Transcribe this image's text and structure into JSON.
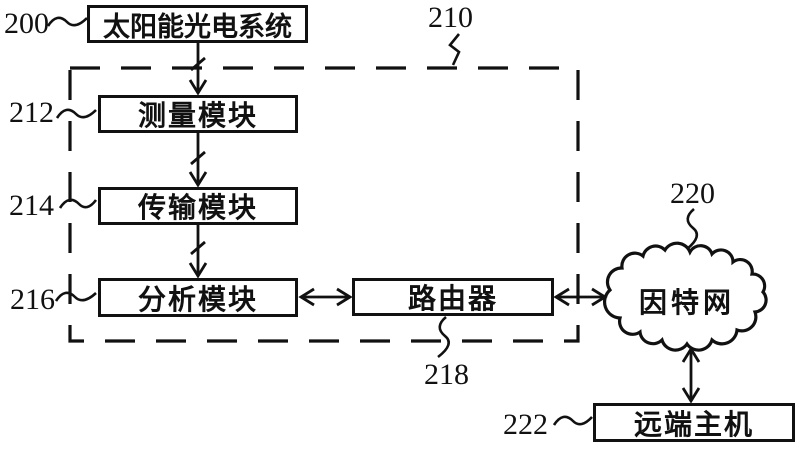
{
  "colors": {
    "ink": "#111111",
    "paper": "#ffffff"
  },
  "diagram": {
    "solar_system": {
      "ref": "200",
      "label": "太阳能光电系统"
    },
    "monitoring_unit": {
      "ref": "210"
    },
    "measurement_module": {
      "ref": "212",
      "label": "测量模块"
    },
    "transmission_module": {
      "ref": "214",
      "label": "传输模块"
    },
    "analysis_module": {
      "ref": "216",
      "label": "分析模块"
    },
    "router": {
      "ref": "218",
      "label": "路由器"
    },
    "internet": {
      "ref": "220",
      "label": "因特网"
    },
    "remote_host": {
      "ref": "222",
      "label": "远端主机"
    }
  }
}
